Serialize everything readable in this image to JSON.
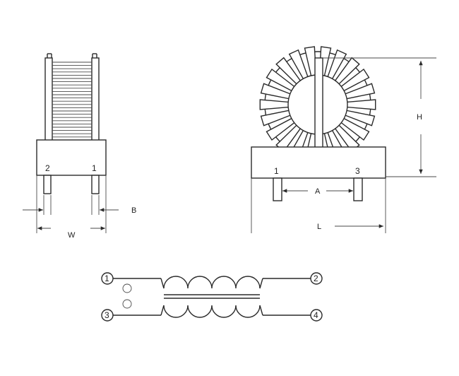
{
  "side_view": {
    "pin_labels": [
      "2",
      "1"
    ],
    "dimension_labels": {
      "width": "W",
      "pin_width": "B"
    }
  },
  "front_view": {
    "pin_labels": [
      "1",
      "3"
    ],
    "dimension_labels": {
      "pin_spacing": "A",
      "length": "L",
      "height": "H"
    }
  },
  "schematic": {
    "terminals": [
      "1",
      "2",
      "3",
      "4"
    ]
  }
}
